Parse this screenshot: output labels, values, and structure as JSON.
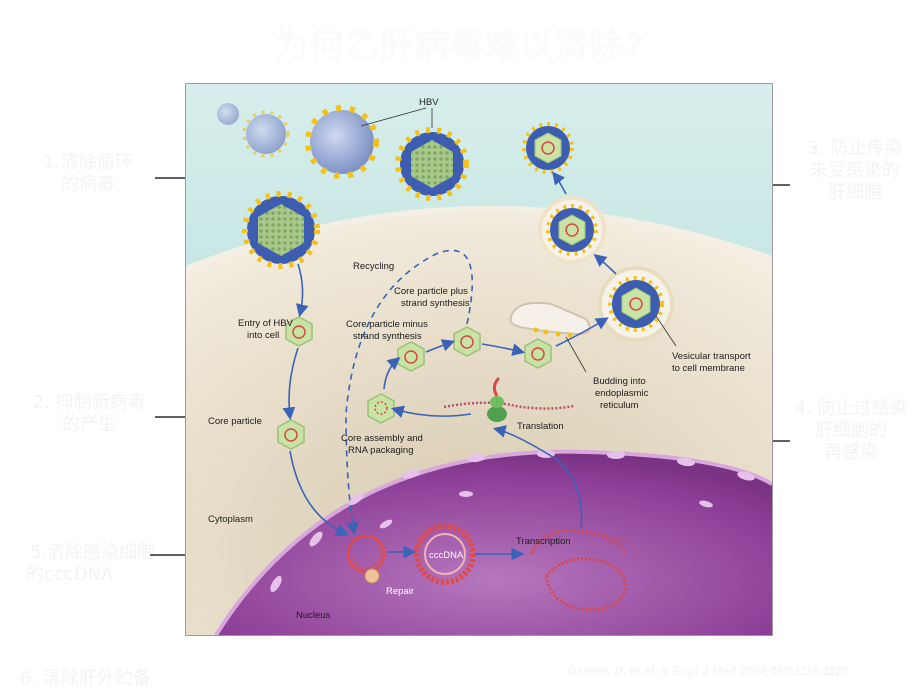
{
  "slide": {
    "title": "为何乙肝病毒难以清除?",
    "citation": "Ganem, D. et al. N Engl J Med 2004;350:1118-1129"
  },
  "side_labels": {
    "l1_line1": "1.清除循环",
    "l1_line2": "的病毒",
    "l2_line1": "2. 抑制新病毒",
    "l2_line2": "的产生",
    "l5_line1": "5.清除感染细胞",
    "l5_line2": "的cccDNA",
    "l6": "6. 清除肝外贮备",
    "r3_line1": "3. 防止传染",
    "r3_line2": "未受感染的",
    "r3_line3": "肝细胞",
    "r4_line1": "4. 防止过感染",
    "r4_line2": "肝细胞的",
    "r4_line3": "再感染"
  },
  "figure": {
    "hbv": "HBV",
    "recycling": "Recycling",
    "entry_line1": "Entry of HBV",
    "entry_line2": "into cell",
    "core_plus_line1": "Core particle plus",
    "core_plus_line2": "strand synthesis",
    "core_minus_line1": "Core particle minus",
    "core_minus_line2": "strand synthesis",
    "vesicular_line1": "Vesicular transport",
    "vesicular_line2": "to cell membrane",
    "budding_line1": "Budding into",
    "budding_line2": "endoplasmic",
    "budding_line3": "reticulum",
    "core_particle": "Core particle",
    "translation": "Translation",
    "assembly_line1": "Core assembly and",
    "assembly_line2": "RNA packaging",
    "cytoplasm": "Cytoplasm",
    "transcription": "Transcription",
    "cccdna": "cccDNA",
    "repair": "Repair",
    "nucleus": "Nucleus"
  },
  "colors": {
    "extracellular": "#bfe3e0",
    "cytoplasm": "#e9dfcb",
    "nucleus": "#9a4aa3",
    "virion_envelope": "#3c5db0",
    "spike": "#f2c21a",
    "capsid_fill": "#c9e3a5",
    "arrow_blue": "#3a63b8",
    "cccdna_ring": "#e04a4a"
  }
}
